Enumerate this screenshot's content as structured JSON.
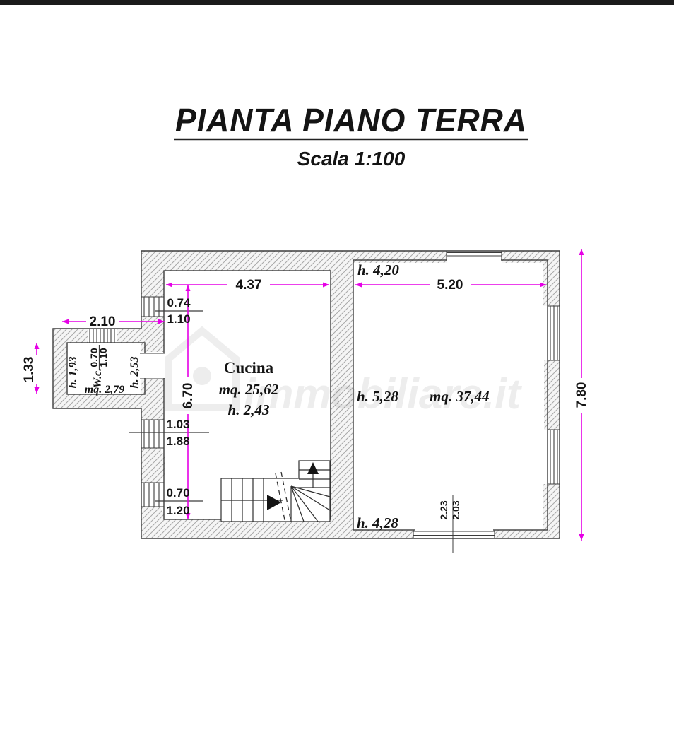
{
  "colors": {
    "dimension_magenta": "#e600e6",
    "wall_outline": "#3c3c3c",
    "wall_hatch": "#a8a8a8",
    "wall_fill": "#f5f5f5",
    "stair_line": "#2e2e2e",
    "text_black": "#141414",
    "top_bar": "#1b1b1b",
    "watermark_gray": "#555555"
  },
  "header": {
    "title": "PIANTA PIANO TERRA",
    "subtitle": "Scala 1:100"
  },
  "watermark": {
    "text": "immobiliare.it"
  },
  "rooms": {
    "wc": {
      "label": "W.c.",
      "area": "mq. 2,79",
      "height_left": "h. 1,93",
      "height_right": "h. 2,53",
      "window_width": "0.70",
      "window_height": "1.10"
    },
    "kitchen": {
      "label": "Cucina",
      "area": "mq. 25,62",
      "height": "h. 2,43"
    },
    "living": {
      "area": "mq. 37,44",
      "height_top": "h. 4,20",
      "height_middle": "h. 5,28",
      "height_bottom": "h. 4,28"
    }
  },
  "dims": {
    "wc_width": "2.10",
    "wc_depth": "1.33",
    "kitchen_width": "4.37",
    "kitchen_depth": "6.70",
    "living_width": "5.20",
    "plan_depth": "7.80",
    "window_top_left_width": "0.74",
    "window_top_left_height": "1.10",
    "window_mid_left_width": "1.03",
    "window_mid_left_height": "1.88",
    "window_low_left_width": "0.70",
    "window_low_left_height": "1.20",
    "door_bottom_a": "2.23",
    "door_bottom_b": "2.03"
  }
}
